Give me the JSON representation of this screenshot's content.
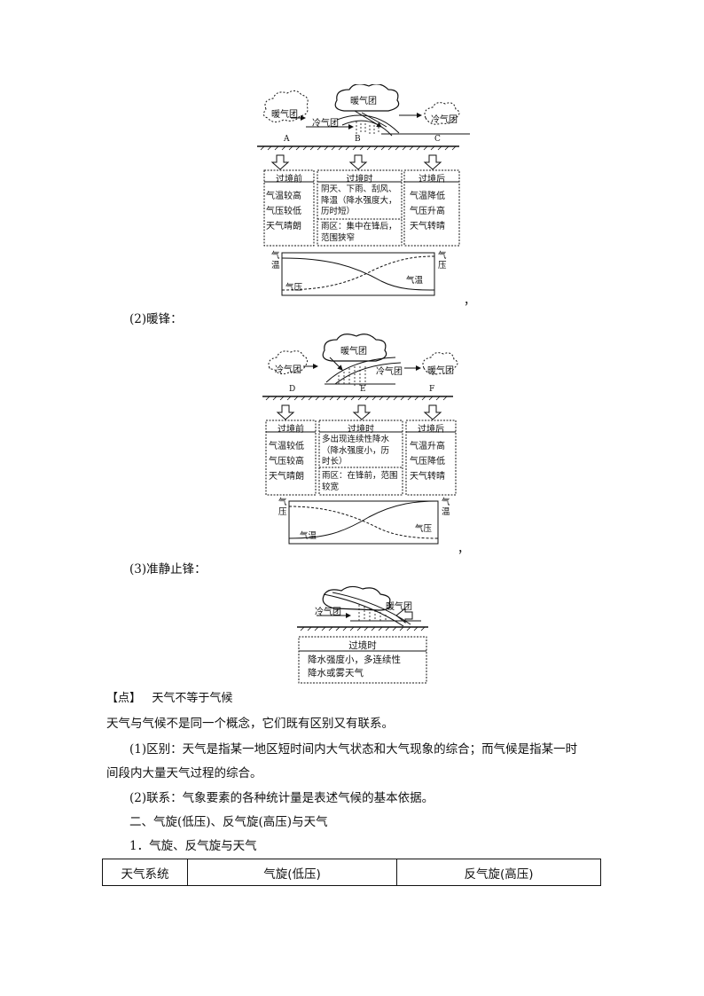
{
  "figure_cold_front": {
    "labels": {
      "warm_mass_left": "暖气团",
      "warm_mass_top": "暖气团",
      "cold_mass": "冷气团",
      "cold_mass_right": "冷气团",
      "pos_a": "A",
      "pos_b": "B",
      "pos_c": "C"
    },
    "before": {
      "title": "过境前",
      "lines": [
        "气温较高",
        "气压较低",
        "天气晴朗"
      ]
    },
    "during": {
      "title": "过境时",
      "lines": [
        "阴天、下雨、刮风、",
        "降温（降水强度大，",
        "历时短）"
      ],
      "sub": [
        "雨区：集中在锋后，",
        "范围狭窄"
      ]
    },
    "after": {
      "title": "过境后",
      "lines": [
        "气温降低",
        "气压升高",
        "天气转晴"
      ]
    },
    "graph": {
      "left_axis": [
        "气",
        "温"
      ],
      "right_axis": [
        "气",
        "压"
      ],
      "label_left": "气压",
      "label_right": "气温"
    }
  },
  "comma1": "，",
  "section2_heading": "(2)暖锋：",
  "figure_warm_front": {
    "labels": {
      "cold_mass_left": "冷气团",
      "warm_mass_top": "暖气团",
      "cold_mass_mid": "冷气团",
      "warm_mass_right": "暖气团",
      "pos_d": "D",
      "pos_e": "E",
      "pos_f": "F"
    },
    "before": {
      "title": "过境前",
      "lines": [
        "气温较低",
        "气压较高",
        "天气晴朗"
      ]
    },
    "during": {
      "title": "过境时",
      "lines": [
        "多出现连续性降水",
        "（降水强度小，历",
        "时长）"
      ],
      "sub": [
        "雨区：在锋前，范围",
        "较宽"
      ]
    },
    "after": {
      "title": "过境后",
      "lines": [
        "气温升高",
        "气压降低",
        "天气转晴"
      ]
    },
    "graph": {
      "left_axis": [
        "气",
        "压"
      ],
      "right_axis": [
        "气",
        "温"
      ],
      "label_left": "气温",
      "label_right": "气压"
    }
  },
  "comma2": "，",
  "section3_heading": "(3)准静止锋：",
  "figure_stationary_front": {
    "labels": {
      "cold_mass": "冷气团",
      "warm_mass": "暖气团"
    },
    "during": {
      "title": "过境时",
      "lines": [
        "降水强度小，多连续性",
        "降水或雾天气"
      ]
    }
  },
  "point": {
    "tag": "【点】",
    "title": "天气不等于气候"
  },
  "p1": "天气与气候不是同一个概念，它们既有区别又有联系。",
  "p2a": "(1)区别：天气是指某一地区短时间内大气状态和大气现象的综合；而气候是指某一时",
  "p2b": "间段内大量天气过程的综合。",
  "p3": "(2)联系：气象要素的各种统计量是表述气候的基本依据。",
  "p4": "二、气旋(低压)、反气旋(高压)与天气",
  "p5": "1．气旋、反气旋与天气",
  "table": {
    "headers": [
      "天气系统",
      "气旋(低压)",
      "反气旋(高压)"
    ]
  }
}
